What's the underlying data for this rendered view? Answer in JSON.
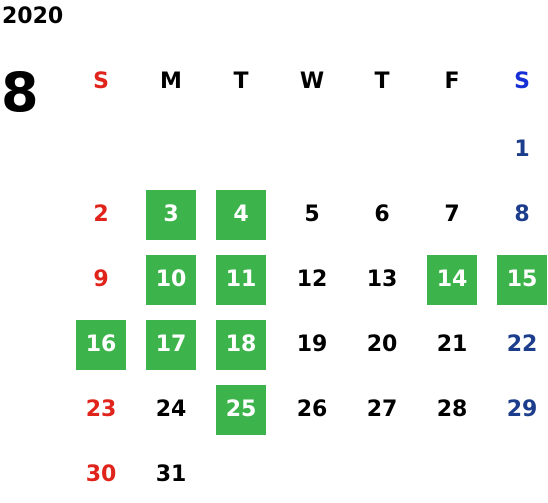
{
  "calendar": {
    "year": "2020",
    "month": "8",
    "weekdays": [
      "S",
      "M",
      "T",
      "W",
      "T",
      "F",
      "S"
    ],
    "colors": {
      "sunday": "#e0241b",
      "saturday_header": "#1630d6",
      "saturday": "#1c3c8c",
      "weekday": "#000000",
      "highlight_bg": "#3cb44b",
      "highlight_text": "#ffffff"
    },
    "weeks": [
      [
        null,
        null,
        null,
        null,
        null,
        null,
        {
          "label": "1"
        }
      ],
      [
        {
          "label": "2"
        },
        {
          "label": "3",
          "highlighted": true
        },
        {
          "label": "4",
          "highlighted": true
        },
        {
          "label": "5"
        },
        {
          "label": "6"
        },
        {
          "label": "7"
        },
        {
          "label": "8"
        }
      ],
      [
        {
          "label": "9"
        },
        {
          "label": "10",
          "highlighted": true
        },
        {
          "label": "11",
          "highlighted": true
        },
        {
          "label": "12"
        },
        {
          "label": "13"
        },
        {
          "label": "14",
          "highlighted": true
        },
        {
          "label": "15",
          "highlighted": true
        }
      ],
      [
        {
          "label": "16",
          "highlighted": true
        },
        {
          "label": "17",
          "highlighted": true
        },
        {
          "label": "18",
          "highlighted": true
        },
        {
          "label": "19"
        },
        {
          "label": "20"
        },
        {
          "label": "21"
        },
        {
          "label": "22"
        }
      ],
      [
        {
          "label": "23"
        },
        {
          "label": "24"
        },
        {
          "label": "25",
          "highlighted": true
        },
        {
          "label": "26"
        },
        {
          "label": "27"
        },
        {
          "label": "28"
        },
        {
          "label": "29"
        }
      ],
      [
        {
          "label": "30"
        },
        {
          "label": "31"
        },
        null,
        null,
        null,
        null,
        null
      ]
    ]
  }
}
